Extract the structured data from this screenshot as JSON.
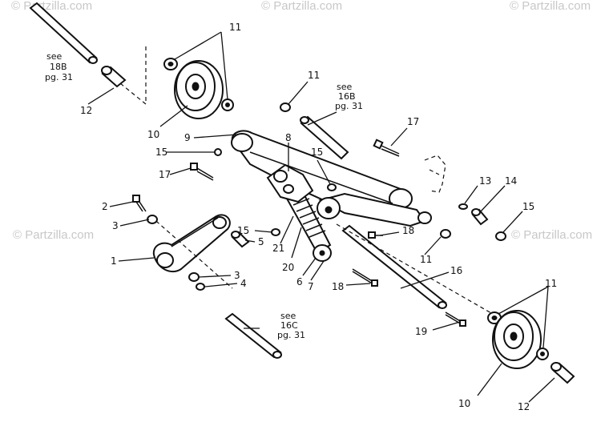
{
  "watermarks": [
    "© Partzilla.com",
    "© Partzilla.com",
    "© Partzilla.com",
    "© Partzilla.com",
    "© Partzilla.com"
  ],
  "callouts": {
    "c1": "1",
    "c2": "2",
    "c3a": "3",
    "c3b": "3",
    "c4": "4",
    "c5": "5",
    "c6": "6",
    "c7": "7",
    "c8": "8",
    "c9": "9",
    "c10a": "10",
    "c10b": "10",
    "c11a": "11",
    "c11b": "11",
    "c11c": "11",
    "c11d": "11",
    "c12a": "12",
    "c12b": "12",
    "c13": "13",
    "c14": "14",
    "c15a": "15",
    "c15b": "15",
    "c15c": "15",
    "c15d": "15",
    "c16": "16",
    "c17a": "17",
    "c17b": "17",
    "c18a": "18",
    "c18b": "18",
    "c19": "19",
    "c20": "20",
    "c21": "21"
  },
  "references": {
    "ref18b": {
      "see": "see",
      "fig": "18B",
      "page": "pg. 31"
    },
    "ref16b": {
      "see": "see",
      "fig": "16B",
      "page": "pg. 31"
    },
    "ref16c": {
      "see": "see",
      "fig": "16C",
      "page": "pg. 31"
    }
  },
  "colors": {
    "ink": "#111111",
    "watermark": "#c8c8c8",
    "background": "#ffffff"
  }
}
